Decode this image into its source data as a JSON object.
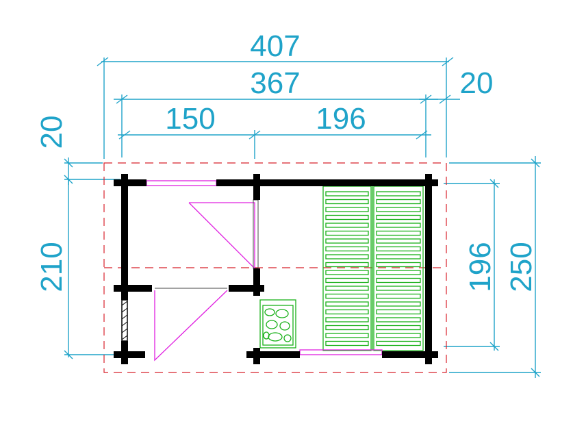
{
  "colors": {
    "dimension": "#1fa3c9",
    "wall": "#000000",
    "border": "#d8202a",
    "door": "#e020e0",
    "bench": "#18b018",
    "stove": "#18b018"
  },
  "dimensions": {
    "overall_width": "407",
    "inner_width": "367",
    "left_room": "150",
    "right_room": "196",
    "right_offset": "20",
    "top_offset": "20",
    "left_height": "210",
    "right_inner_height": "196",
    "overall_height": "250"
  }
}
